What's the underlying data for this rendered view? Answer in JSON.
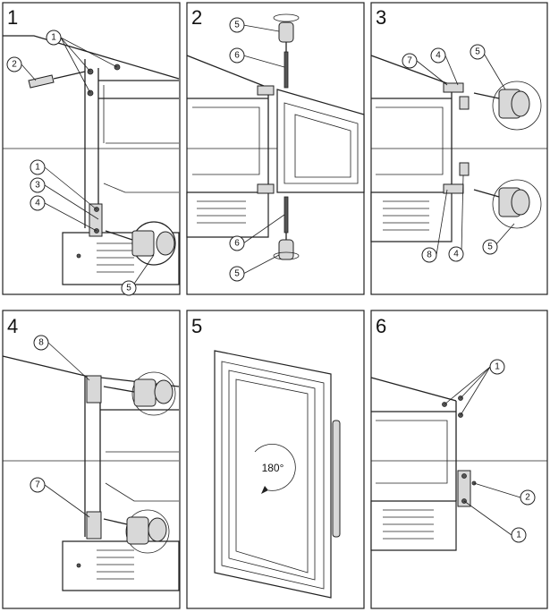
{
  "steps": [
    {
      "number": "1",
      "callouts": [
        "1",
        "2",
        "1",
        "3",
        "4",
        "5"
      ]
    },
    {
      "number": "2",
      "callouts": [
        "5",
        "6",
        "6",
        "5"
      ]
    },
    {
      "number": "3",
      "callouts": [
        "7",
        "4",
        "5",
        "8",
        "4",
        "5"
      ]
    },
    {
      "number": "4",
      "callouts": [
        "8",
        "7"
      ]
    },
    {
      "number": "5",
      "rotation_label": "180°"
    },
    {
      "number": "6",
      "callouts": [
        "1",
        "2",
        "1"
      ]
    }
  ]
}
